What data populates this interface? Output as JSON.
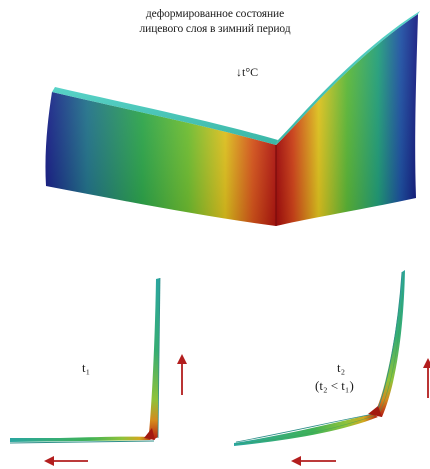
{
  "caption": {
    "line1": "деформированное состояние",
    "line2": "лицевого слоя в зимний период"
  },
  "temperature_indicator": {
    "arrow": "↓",
    "text": "t°C"
  },
  "panel_left": {
    "label": "t₁"
  },
  "panel_right": {
    "label": "t₂",
    "condition": "(t₂ < t₁)"
  },
  "colors": {
    "arrow": "#b31e1e",
    "gradient": [
      "#1a1f8c",
      "#1c7a6a",
      "#2aa548",
      "#e0c21a",
      "#d34a10",
      "#a80d0d"
    ]
  }
}
